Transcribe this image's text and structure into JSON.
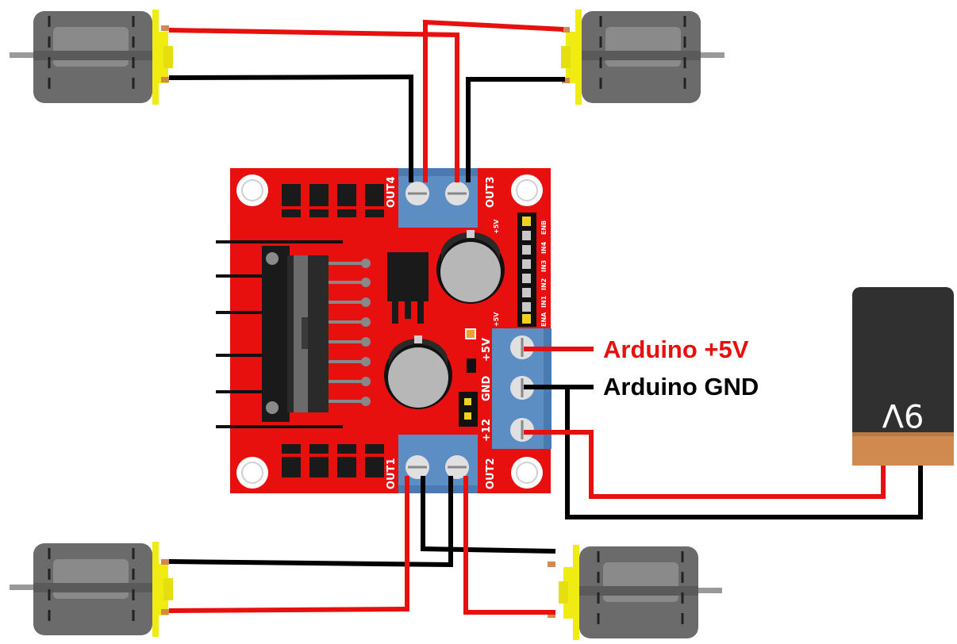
{
  "board": {
    "terminals": {
      "out4": "OUT4",
      "out3": "OUT3",
      "out1": "OUT1",
      "out2": "OUT2",
      "plus5v": "+5V",
      "gnd": "GND",
      "plus12": "+12"
    },
    "header": {
      "top": "+5V",
      "bottom": "+5V",
      "ena": "ENA",
      "in1": "IN1",
      "in2": "IN2",
      "in3": "IN3",
      "in4": "IN4",
      "enb": "ENB"
    }
  },
  "labels": {
    "arduino_5v": "Arduino +5V",
    "arduino_gnd": "Arduino GND"
  },
  "battery": {
    "voltage": "9V"
  },
  "colors": {
    "board": "#e8100f",
    "wire_positive": "#e8100f",
    "wire_ground": "#000000",
    "terminal": "#5d8ec3",
    "motor_body": "#6b6b6b",
    "motor_cap": "#f0ec11",
    "battery_body": "#303030",
    "battery_cap": "#d08a50"
  }
}
